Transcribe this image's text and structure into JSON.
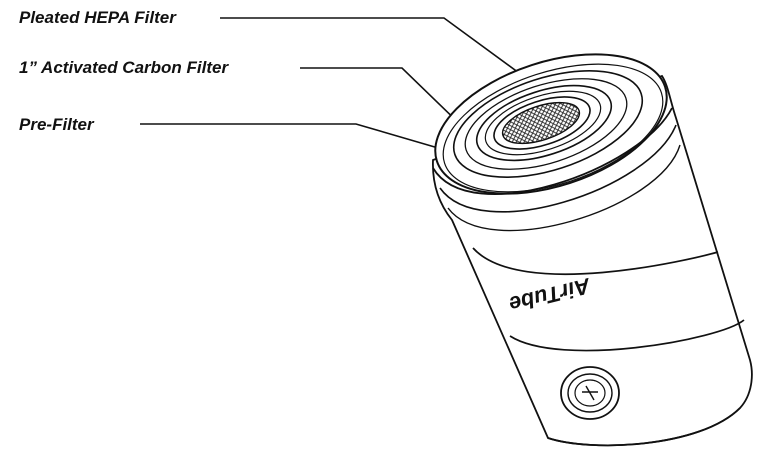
{
  "callouts": {
    "hepa": "Pleated HEPA Filter",
    "carbon": "1”  Activated Carbon Filter",
    "prefilter": "Pre-Filter"
  },
  "brand": {
    "logo_text": "AirTube"
  },
  "colors": {
    "line": "#111111",
    "background": "#ffffff"
  }
}
